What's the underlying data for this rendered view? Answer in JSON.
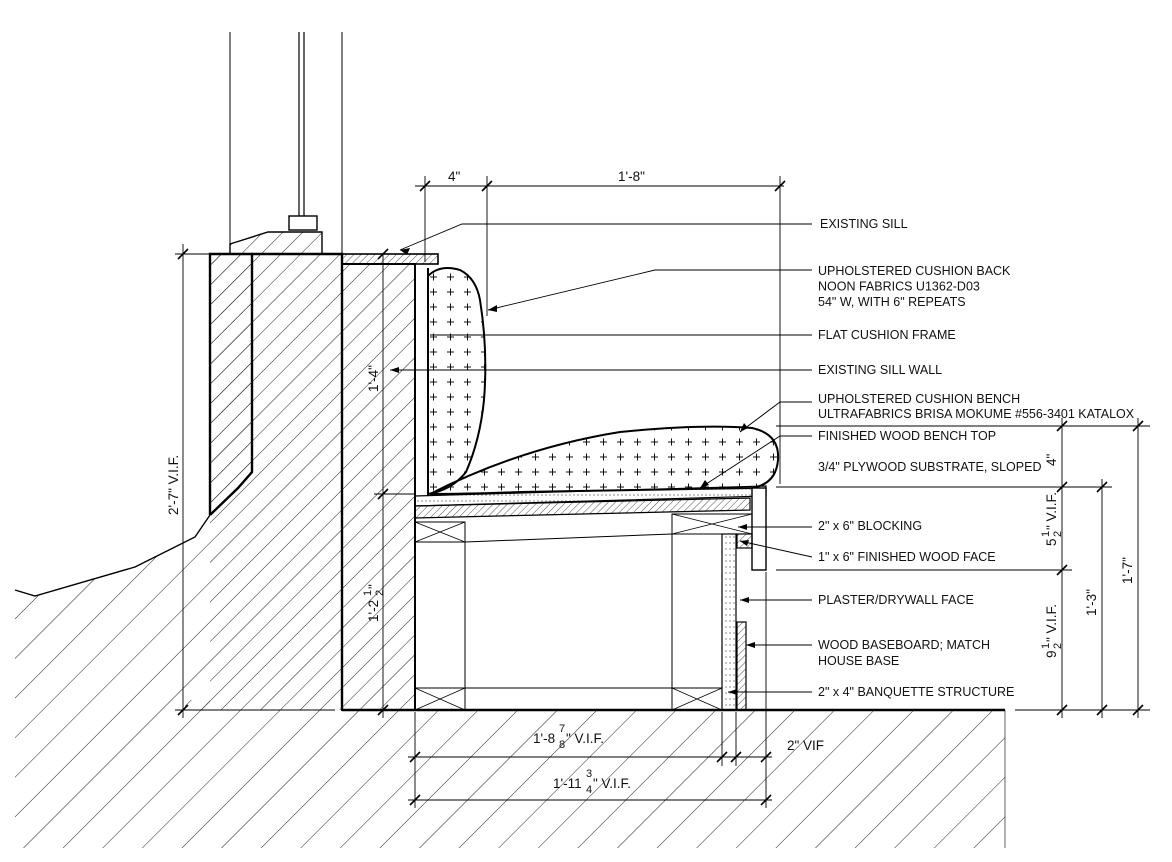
{
  "labels": [
    {
      "id": "existing-sill",
      "lines": [
        "EXISTING SILL"
      ]
    },
    {
      "id": "cushion-back",
      "lines": [
        "UPHOLSTERED CUSHION BACK",
        "NOON FABRICS U1362-D03",
        "54\" W, WITH 6\" REPEATS"
      ]
    },
    {
      "id": "flat-cushion-frame",
      "lines": [
        "FLAT CUSHION FRAME"
      ]
    },
    {
      "id": "existing-sill-wall",
      "lines": [
        "EXISTING SILL WALL"
      ]
    },
    {
      "id": "cushion-bench",
      "lines": [
        "UPHOLSTERED CUSHION BENCH",
        "ULTRAFABRICS BRISA MOKUME #556-3401 KATALOX"
      ]
    },
    {
      "id": "finished-bench-top",
      "lines": [
        "FINISHED WOOD BENCH TOP"
      ]
    },
    {
      "id": "plywood-substrate",
      "lines": [
        "3/4\" PLYWOOD SUBSTRATE, SLOPED"
      ]
    },
    {
      "id": "blocking",
      "lines": [
        "2\" x 6\" BLOCKING"
      ]
    },
    {
      "id": "finished-wood-face",
      "lines": [
        "1\" x 6\" FINISHED WOOD FACE"
      ]
    },
    {
      "id": "plaster-face",
      "lines": [
        "PLASTER/DRYWALL FACE"
      ]
    },
    {
      "id": "baseboard",
      "lines": [
        "WOOD BASEBOARD; MATCH",
        "HOUSE BASE"
      ]
    },
    {
      "id": "banquette-structure",
      "lines": [
        "2\" x 4\" BANQUETTE STRUCTURE"
      ]
    }
  ],
  "dimensions": {
    "top_4": "4\"",
    "top_1_8": "1'-8\"",
    "back_1_4": "1'-4\"",
    "wall_2_7": "2'-7\" V.I.F.",
    "wall_1_2_main": "1'-2",
    "wall_1_2_num": "1",
    "wall_1_2_den": "2",
    "wall_1_2_end": "\"",
    "right_4": "4\"",
    "right_5_main": "5",
    "right_5_num": "1",
    "right_5_den": "2",
    "right_5_end": "\" V.I.F.",
    "right_9_main": "9",
    "right_9_num": "1",
    "right_9_den": "2",
    "right_9_end": "\" V.I.F.",
    "right_1_3": "1'-3\"",
    "right_1_7": "1'-7\"",
    "bot_1_8_main": "1'-8",
    "bot_1_8_num": "7",
    "bot_1_8_den": "8",
    "bot_1_8_end": "\" V.I.F.",
    "bot_2_vif": "2\" VIF",
    "bot_1_11_main": "1'-11",
    "bot_1_11_num": "3",
    "bot_1_11_den": "4",
    "bot_1_11_end": "\" V.I.F."
  }
}
